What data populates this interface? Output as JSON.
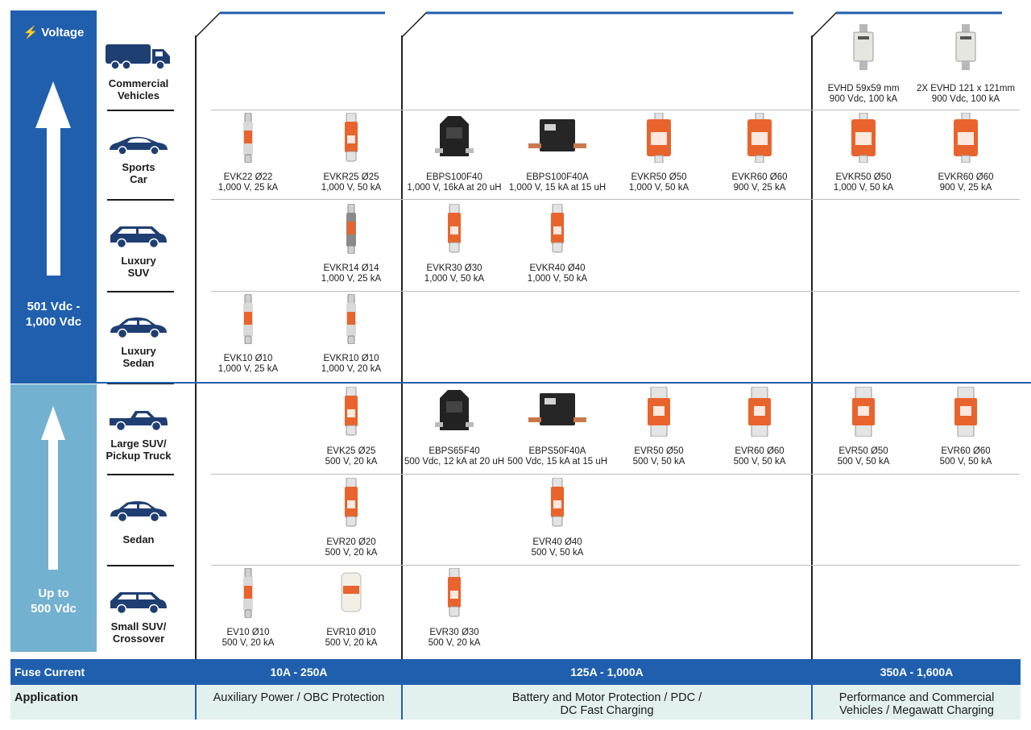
{
  "voltage": {
    "header": "Voltage",
    "high_range": "501 Vdc -\n1,000 Vdc",
    "low_range": "Up to\n500 Vdc"
  },
  "vehicles": [
    {
      "label": "Commercial\nVehicles",
      "icon": "truck-icon"
    },
    {
      "label": "Sports\nCar",
      "icon": "sports-car-icon"
    },
    {
      "label": "Luxury\nSUV",
      "icon": "suv-icon"
    },
    {
      "label": "Luxury\nSedan",
      "icon": "sedan-icon"
    },
    {
      "label": "Large SUV/\nPickup Truck",
      "icon": "pickup-truck-icon"
    },
    {
      "label": "Sedan",
      "icon": "sedan-icon"
    },
    {
      "label": "Small SUV/\nCrossover",
      "icon": "suv-icon"
    }
  ],
  "fuses": [
    {
      "name": "EVHD 59x59 mm",
      "rating": "900 Vdc, 100 kA",
      "style": "evhd"
    },
    {
      "name": "2X EVHD 121 x 121mm",
      "rating": "900 Vdc, 100 kA",
      "style": "evhd"
    },
    {
      "name": "EVK22 Ø22",
      "rating": "1,000 V, 25 kA",
      "style": "slim"
    },
    {
      "name": "EVKR25 Ø25",
      "rating": "1,000 V, 50 kA",
      "style": "orange-blade"
    },
    {
      "name": "EBPS100F40",
      "rating": "1,000 V, 16kA at 20 uH",
      "style": "black-pyro"
    },
    {
      "name": "EBPS100F40A",
      "rating": "1,000 V, 15 kA at 15 uH",
      "style": "black-box"
    },
    {
      "name": "EVKR50 Ø50",
      "rating": "1,000 V, 50 kA",
      "style": "orange-big"
    },
    {
      "name": "EVKR60 Ø60",
      "rating": "900 V, 25 kA",
      "style": "orange-big"
    },
    {
      "name": "EVKR50 Ø50",
      "rating": "1,000 V, 50 kA",
      "style": "orange-big"
    },
    {
      "name": "EVKR60 Ø60",
      "rating": "900 V, 25 kA",
      "style": "orange-big"
    },
    {
      "name": "EVKR14 Ø14",
      "rating": "1,000 V, 25 kA",
      "style": "slim-dark"
    },
    {
      "name": "EVKR30 Ø30",
      "rating": "1,000 V, 50 kA",
      "style": "orange-blade"
    },
    {
      "name": "EVKR40 Ø40",
      "rating": "1,000 V, 50 kA",
      "style": "orange-blade"
    },
    {
      "name": "EVK10 Ø10",
      "rating": "1,000 V, 25 kA",
      "style": "slim"
    },
    {
      "name": "EVKR10 Ø10",
      "rating": "1,000 V, 20 kA",
      "style": "slim"
    },
    {
      "name": "EVK25 Ø25",
      "rating": "500 V, 20 kA",
      "style": "orange-blade"
    },
    {
      "name": "EBPS65F40",
      "rating": "500 Vdc, 12 kA at 20 uH",
      "style": "black-pyro"
    },
    {
      "name": "EBPS50F40A",
      "rating": "500 Vdc, 15 kA at 15 uH",
      "style": "black-box"
    },
    {
      "name": "EVR50 Ø50",
      "rating": "500 V, 50 kA",
      "style": "orange-wide"
    },
    {
      "name": "EVR60 Ø60",
      "rating": "500 V, 50 kA",
      "style": "orange-wide"
    },
    {
      "name": "EVR50 Ø50",
      "rating": "500 V, 50 kA",
      "style": "orange-wide"
    },
    {
      "name": "EVR60 Ø60",
      "rating": "500 V, 50 kA",
      "style": "orange-wide"
    },
    {
      "name": "EVR20 Ø20",
      "rating": "500 V, 20 kA",
      "style": "orange-blade"
    },
    {
      "name": "EVR40 Ø40",
      "rating": "500 V, 50 kA",
      "style": "orange-blade"
    },
    {
      "name": "EV10 Ø10",
      "rating": "500 V, 20 kA",
      "style": "slim"
    },
    {
      "name": "EVR10 Ø10",
      "rating": "500 V, 20 kA",
      "style": "white-cyl"
    },
    {
      "name": "EVR30 Ø30",
      "rating": "500 V, 20 kA",
      "style": "orange-blade"
    }
  ],
  "fuse_current": {
    "label": "Fuse Current",
    "ranges": [
      "10A - 250A",
      "125A - 1,000A",
      "350A - 1,600A"
    ]
  },
  "application": {
    "label": "Application",
    "values": [
      "Auxiliary Power / OBC Protection",
      "Battery and Motor Protection / PDC /\nDC Fast Charging",
      "Performance and Commercial\nVehicles / Megawatt Charging"
    ]
  },
  "colors": {
    "primary_blue": "#1f5fae",
    "light_blue": "#72b1cf",
    "fuse_orange": "#e8642c",
    "band_teal": "#e3f1ee"
  }
}
